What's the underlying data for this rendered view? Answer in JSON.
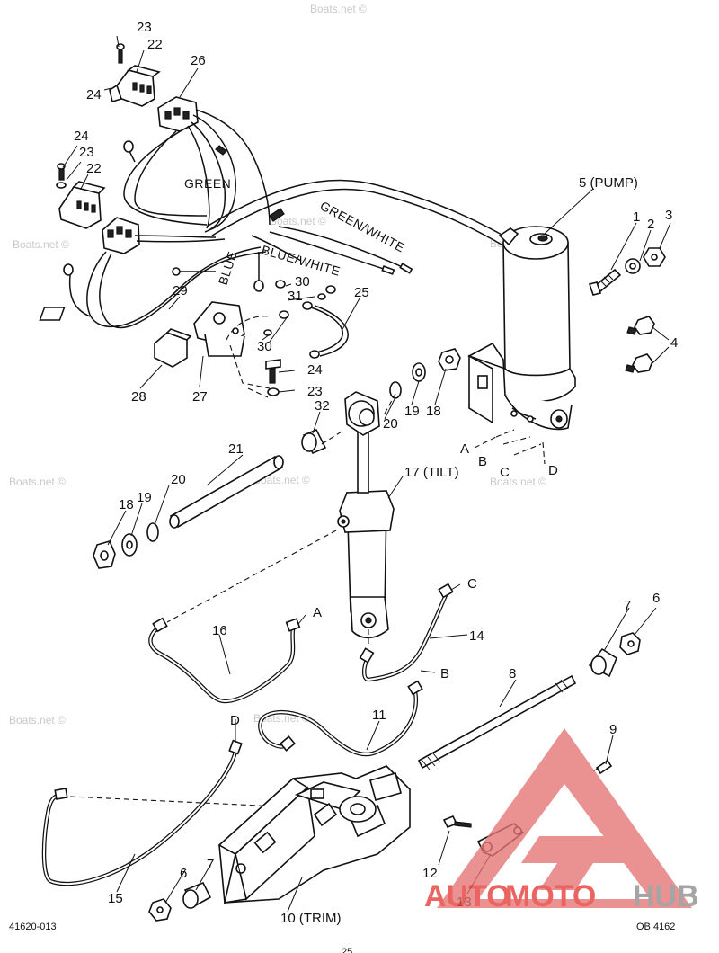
{
  "watermark": "Boats.net ©",
  "labels": {
    "l1": "1",
    "l2": "2",
    "l3": "3",
    "l4": "4",
    "l5": "5 (PUMP)",
    "l6a": "6",
    "l7a": "7",
    "l8": "8",
    "l9": "9",
    "l10": "10 (TRIM)",
    "l11": "11",
    "l12": "12",
    "l13": "13",
    "l14": "14",
    "l15": "15",
    "l16": "16",
    "l17": "17 (TILT)",
    "l18a": "18",
    "l18b": "18",
    "l19a": "19",
    "l19b": "19",
    "l20a": "20",
    "l20b": "20",
    "l21": "21",
    "l22a": "22",
    "l22b": "22",
    "l23a": "23",
    "l23b": "23",
    "l23c": "23",
    "l24a": "24",
    "l24b": "24",
    "l24c": "24",
    "l25": "25",
    "l26": "26",
    "l27": "27",
    "l28": "28",
    "l29": "29",
    "l30a": "30",
    "l30b": "30",
    "l31": "31",
    "l32": "32",
    "l6b": "6",
    "l7b": "7"
  },
  "wire_colors": {
    "green": "GREEN",
    "green_white": "GREEN/WHITE",
    "blue": "BLUE",
    "blue_white": "BLUE/WHITE"
  },
  "connectors": {
    "a1": "A",
    "b1": "B",
    "c1": "C",
    "d1": "D",
    "a2": "A",
    "b2": "B",
    "c2": "C",
    "d2": "D"
  },
  "codes": {
    "left": "41620-013",
    "right": "OB 4162",
    "page": "25"
  },
  "logo": {
    "part1": "AUTO",
    "part2": "MOTO",
    "part3": "HUB",
    "color_red": "#e53935",
    "color_gray": "#8c8c8c"
  }
}
